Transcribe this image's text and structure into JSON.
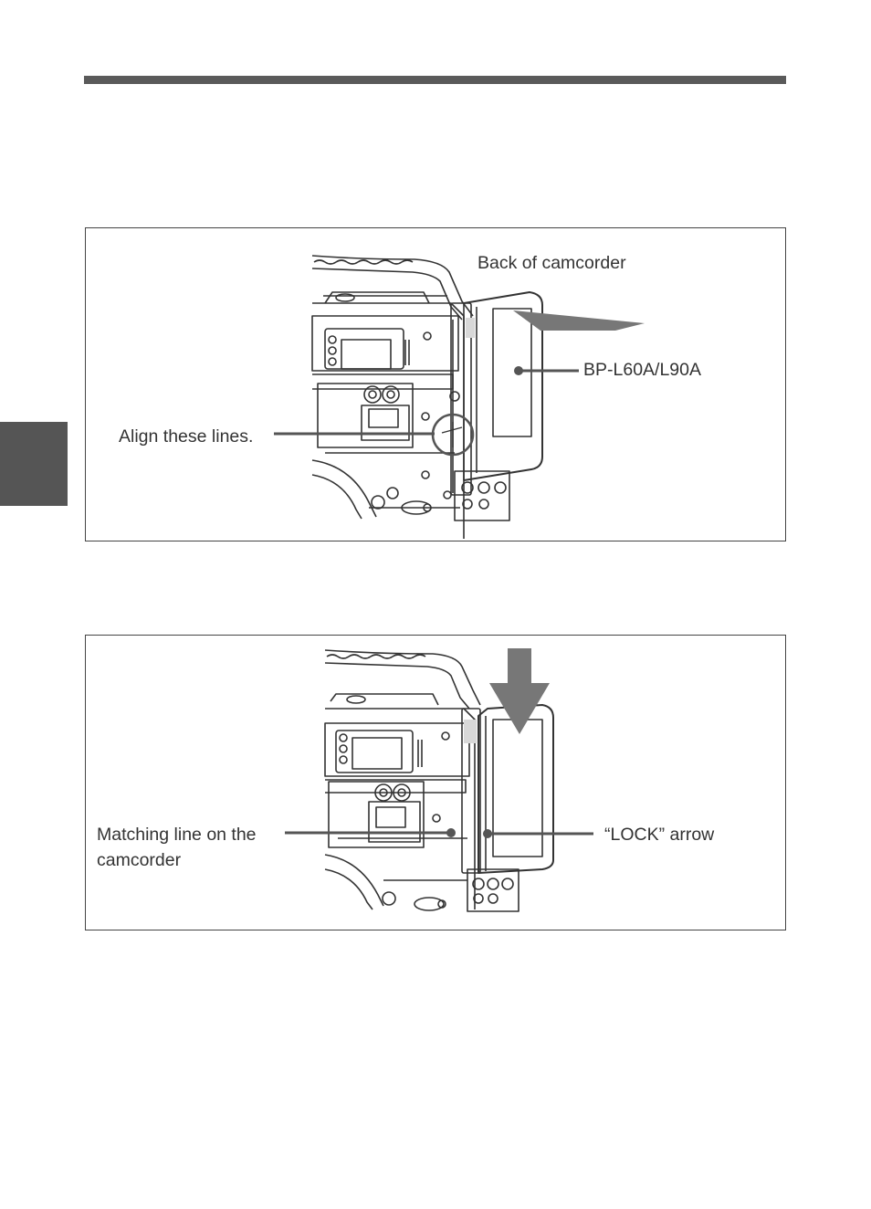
{
  "figure1": {
    "back_label": "Back of camcorder",
    "battery_label": "BP-L60A/L90A",
    "align_label": "Align these lines."
  },
  "figure2": {
    "matching_line_1": "Matching line on the",
    "matching_line_2": "camcorder",
    "lock_label": "“LOCK” arrow"
  },
  "colors": {
    "header_rule": "#5a5a5a",
    "side_tab": "#555555",
    "arrow": "#777777"
  }
}
